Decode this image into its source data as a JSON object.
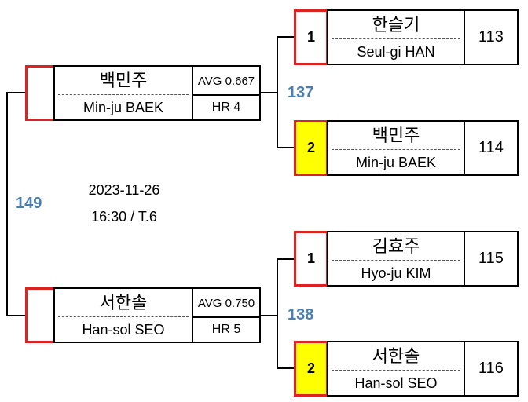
{
  "colors": {
    "score_accent": "#4a7fb0",
    "seed_highlight": "#ffff00",
    "seed_frame": "#dd2222"
  },
  "match_info": {
    "date": "2023-11-26",
    "time_table": "16:30 / T.6"
  },
  "final_score": "149",
  "semifinals": [
    {
      "score": "137",
      "winner": {
        "ko": "백민주",
        "en": "Min-ju BAEK",
        "avg": "AVG 0.667",
        "hr": "HR 4"
      },
      "players": [
        {
          "seed": "1",
          "ko": "한슬기",
          "en": "Seul-gi HAN",
          "score": "113",
          "highlight": false
        },
        {
          "seed": "2",
          "ko": "백민주",
          "en": "Min-ju BAEK",
          "score": "114",
          "highlight": true
        }
      ]
    },
    {
      "score": "138",
      "winner": {
        "ko": "서한솔",
        "en": "Han-sol SEO",
        "avg": "AVG 0.750",
        "hr": "HR 5"
      },
      "players": [
        {
          "seed": "1",
          "ko": "김효주",
          "en": "Hyo-ju KIM",
          "score": "115",
          "highlight": false
        },
        {
          "seed": "2",
          "ko": "서한솔",
          "en": "Han-sol SEO",
          "score": "116",
          "highlight": true
        }
      ]
    }
  ]
}
